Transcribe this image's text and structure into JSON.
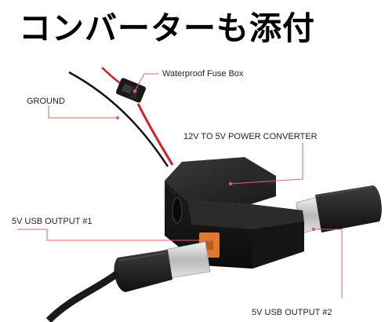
{
  "title": "コンバーターも添付",
  "labels": {
    "fuse_box": "Waterproof Fuse Box",
    "ground": "GROUND",
    "converter": "12V TO 5V POWER CONVERTER",
    "usb_output_1": "5V USB OUTPUT #1",
    "usb_output_2": "5V USB OUTPUT #2"
  },
  "colors": {
    "red_wire": "#d81f26",
    "leader_line": "#e0606a",
    "body": "#1e1e1e",
    "port_orange": "#e07a2a"
  }
}
